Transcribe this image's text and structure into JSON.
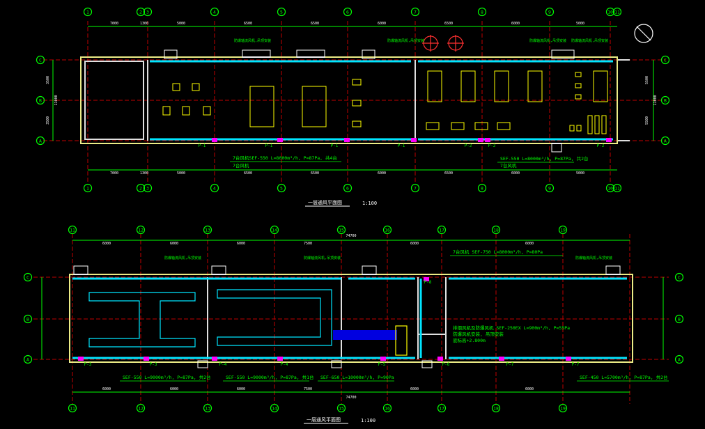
{
  "top_plan": {
    "title": "一层通风平面图",
    "scale": "1:100",
    "grid_cols": [
      "1",
      "2",
      "3",
      "4",
      "5",
      "6",
      "7",
      "8",
      "9",
      "10",
      "11"
    ],
    "grid_rows": [
      "C",
      "B",
      "A"
    ],
    "dims_top": [
      "7000",
      "1300",
      "5000",
      "6500",
      "6500",
      "6000",
      "6500",
      "6000",
      "5000"
    ],
    "dim_left": [
      "3500",
      "3500"
    ],
    "dim_left_total": "11000",
    "dim_right": [
      "5500",
      "5500"
    ],
    "dim_right_total": "11000",
    "duct_callouts": [
      "防爆轴流风机,吊顶安装",
      "防爆轴流风机,吊顶安装",
      "防爆轴流风机,吊顶安装",
      "防爆轴流风机,吊顶安装"
    ],
    "note_left": "7台风机SEF-550  L=8000m³/h, P=87Pa, 共4台",
    "note_left_sub": "7台风机",
    "note_right": "SEF-550  L=8000m³/h, P=87Pa, 共2台",
    "note_right_sub": "7台风机",
    "fan_tags": [
      "P-1",
      "P-1",
      "P-1",
      "P-1",
      "P-2",
      "P-2",
      "P-2"
    ]
  },
  "bottom_plan": {
    "title": "一层通风平面图",
    "scale": "1:100",
    "grid_cols": [
      "11",
      "12",
      "13",
      "14",
      "15",
      "16",
      "17",
      "18",
      "19"
    ],
    "grid_rows": [
      "C",
      "B",
      "A"
    ],
    "dims_top": [
      "6000",
      "6000",
      "6000",
      "7500",
      "6000",
      "6000"
    ],
    "total_dim": "74700",
    "top_note": "7台风机  SEF-750  L=8000m³/h, P=80Pa",
    "mid_note": [
      "排烟风机及防爆风机  SEF-250EX  L=900m³/h, P=55Pa",
      "防爆风机安装, 吊顶安装"
    ],
    "mid_note_elev": "底标高+2.800m",
    "duct_callouts": [
      "防爆轴流风机,吊顶安装",
      "防爆轴流风机,吊顶安装",
      "防爆轴流风机,吊顶安装"
    ],
    "notes_bottom": [
      "SEF-550  L=9000m³/h, P=87Pa, 共2台",
      "SEF-550  L=9000m³/h, P=87Pa, 共1台",
      "SEF-650  L=10000m³/h, P=90Pa",
      "SEF-450  L=5700m³/h, P=87Pa, 共2台"
    ],
    "fan_tags": [
      "P-3",
      "P-3",
      "P-4",
      "P-4",
      "P-5",
      "P-6",
      "P-7",
      "P-7",
      "P-8"
    ]
  },
  "colors": {
    "grid": "#00ff00",
    "wall": "#ffffff",
    "axis": "#ff0000",
    "duct": "#00e5ff",
    "equipment": "#ffff00",
    "fan": "#ff00ff",
    "hatch": "#0000ff"
  }
}
